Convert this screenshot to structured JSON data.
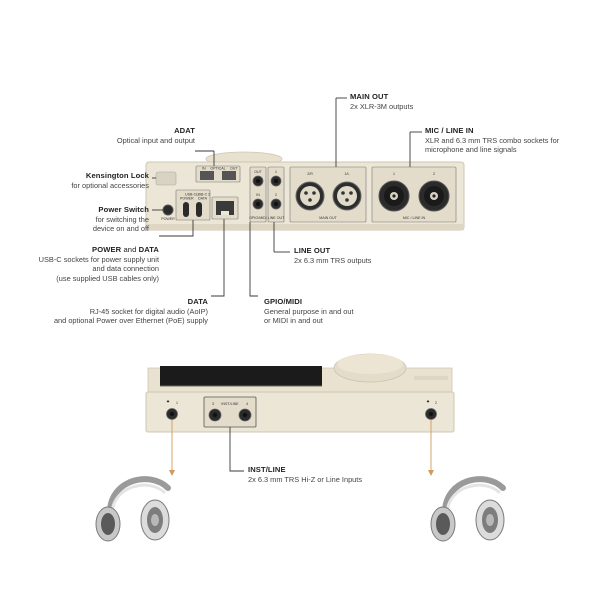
{
  "callouts": {
    "adat": {
      "title": "ADAT",
      "desc": [
        "Optical input and output"
      ]
    },
    "kensington": {
      "title": "Kensington Lock",
      "desc": [
        "for optional accessories"
      ]
    },
    "power_switch": {
      "title": "Power Switch",
      "desc": [
        "for switching the",
        "device on and off"
      ]
    },
    "power_data": {
      "title_a": "POWER",
      "title_mid": " and ",
      "title_b": "DATA",
      "desc": [
        "USB-C sockets for power supply unit",
        "and data connection",
        "(use supplied USB cables only)"
      ]
    },
    "data": {
      "title": "DATA",
      "desc": [
        "RJ-45 socket for digital audio (AoIP)",
        "and optional Power over Ethernet (PoE) supply"
      ]
    },
    "gpio": {
      "title": "GPIO/MIDI",
      "desc": [
        "General purpose in and out",
        "or MIDI in and out"
      ]
    },
    "line_out": {
      "title": "LINE OUT",
      "desc": [
        "2x 6.3 mm TRS outputs"
      ]
    },
    "main_out": {
      "title": "MAIN OUT",
      "desc": [
        "2x XLR-3M outputs"
      ]
    },
    "mic_line_in": {
      "title": "MIC / LINE IN",
      "desc": [
        "XLR and 6.3 mm TRS combo sockets for",
        "microphone and line signals"
      ]
    },
    "inst_line": {
      "title": "INST/LINE",
      "desc": [
        "2x 6.3 mm TRS Hi-Z or Line Inputs"
      ]
    }
  },
  "panel_labels": {
    "adat_in": "IN",
    "adat_optical": "OPTICAL",
    "adat_out": "OUT",
    "usb1": "USB-C 1",
    "usb2": "USB-C 2",
    "power_text": "POWER",
    "data_text": "DATA",
    "power_sw": "POWER",
    "gpio_out": "OUT",
    "gpio_in": "IN",
    "gpio_label": "GPIO/MIDI",
    "lineout_1": "1",
    "lineout_2": "2",
    "lineout_label": "LINE OUT",
    "main_l": "2/R",
    "main_r": "1/L",
    "main_label": "MAIN OUT",
    "mic_1": "1",
    "mic_2": "2",
    "mic_label": "MIC / LINE IN",
    "front_inst": "INST/LINE",
    "front_3": "3",
    "front_4": "4",
    "hp_1": "1",
    "hp_2": "2"
  },
  "colors": {
    "device_body": "#ece6d6",
    "device_edge": "#cfc7b2",
    "leader": "#3a3a3a",
    "headphone_line": "#d09a5a",
    "screen": "#1b1b1b"
  }
}
